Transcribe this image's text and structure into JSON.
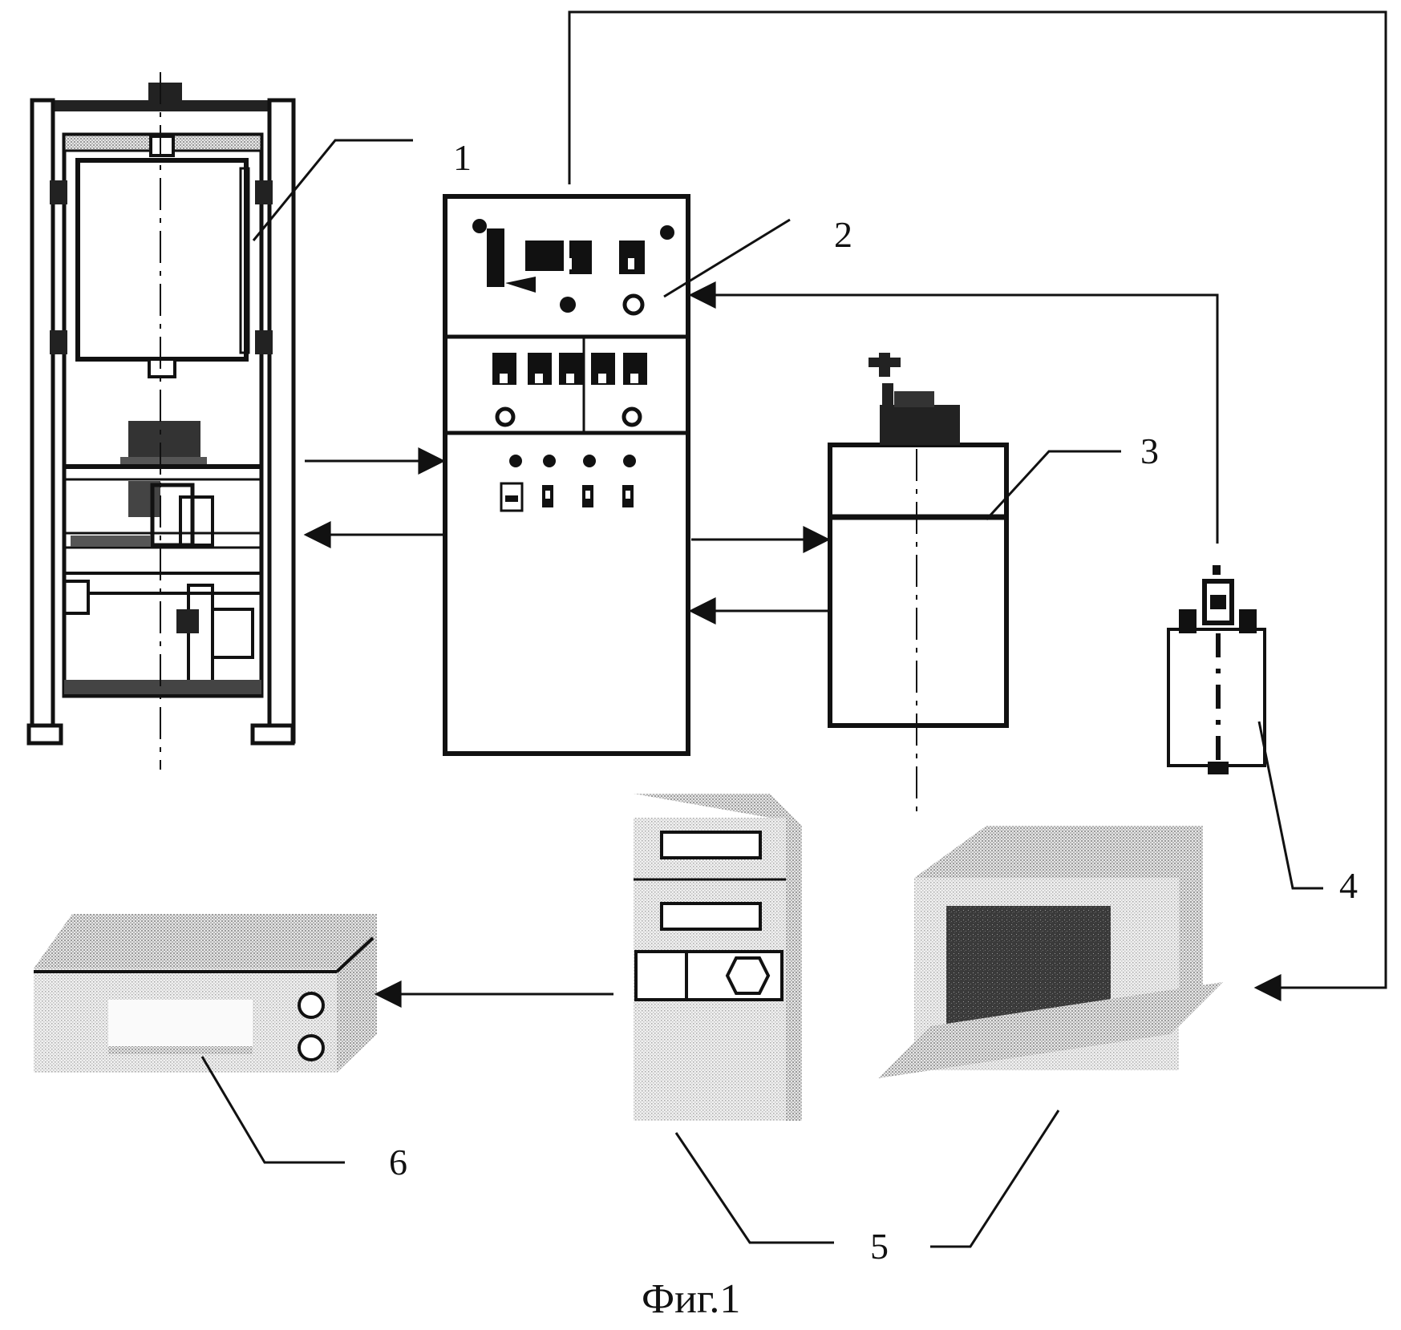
{
  "labels": {
    "unit1": "1",
    "unit2": "2",
    "unit3": "3",
    "unit4": "4",
    "unit5": "5",
    "unit6": "6"
  },
  "caption": "Фиг.1",
  "colors": {
    "ink": "#111111",
    "shade": "#d0d0d0",
    "screen": "#3a3a3a"
  }
}
